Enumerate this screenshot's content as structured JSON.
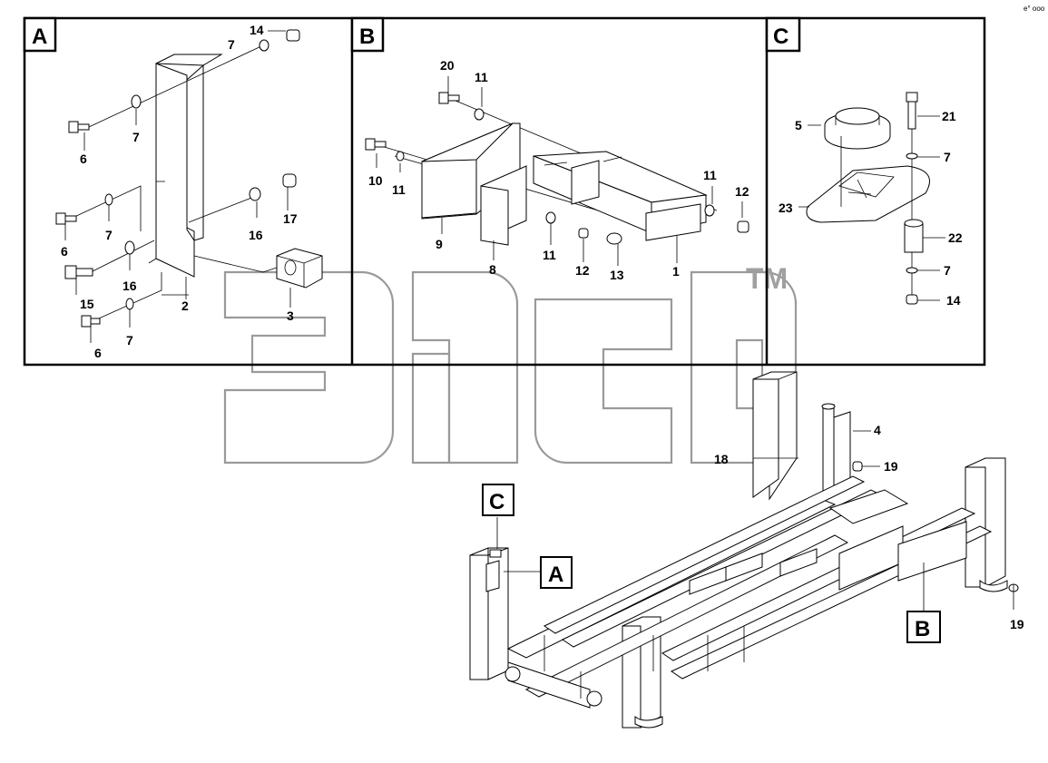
{
  "corner_code": "e° ooo",
  "watermark": "TM",
  "panels": [
    {
      "id": "A",
      "label": "A"
    },
    {
      "id": "B",
      "label": "B"
    },
    {
      "id": "C",
      "label": "C"
    }
  ],
  "callouts": [
    {
      "id": "A",
      "label": "A"
    },
    {
      "id": "B",
      "label": "B"
    },
    {
      "id": "C",
      "label": "C"
    }
  ],
  "labels": {
    "a14": "14",
    "a7a": "7",
    "a7b": "7",
    "a6a": "6",
    "a17": "17",
    "a16a": "16",
    "a7c": "7",
    "a6b": "6",
    "a15": "15",
    "a16b": "16",
    "a2": "2",
    "a3": "3",
    "a6c": "6",
    "a7d": "7",
    "b20": "20",
    "b11a": "11",
    "b10": "10",
    "b11b": "11",
    "b11c": "11",
    "b12a": "12",
    "b9": "9",
    "b11d": "11",
    "b12b": "12",
    "b8": "8",
    "b13": "13",
    "b1": "1",
    "c21": "21",
    "c5": "5",
    "c7a": "7",
    "c23": "23",
    "c22": "22",
    "c7b": "7",
    "c14": "14",
    "m18": "18",
    "m4": "4",
    "m19a": "19",
    "m19b": "19"
  }
}
